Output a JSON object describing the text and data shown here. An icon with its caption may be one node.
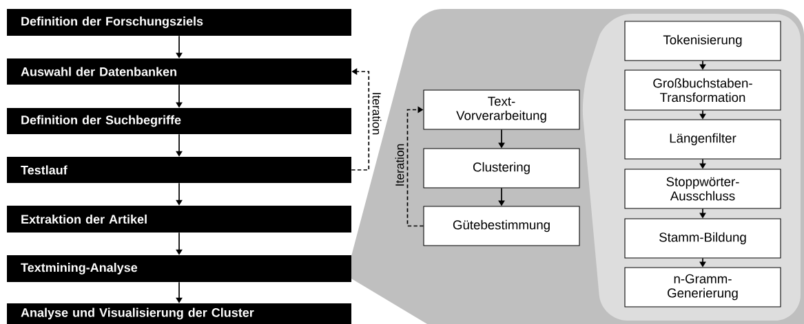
{
  "diagram": {
    "nodes": [
      {
        "text": [
          "Definition der Forschungsziels"
        ]
      },
      {
        "text": [
          "Auswahl der Datenbanken"
        ]
      },
      {
        "text": [
          "Definition der Suchbegriffe"
        ]
      },
      {
        "text": [
          "Testlauf"
        ]
      },
      {
        "text": [
          "Extraktion der Artikel"
        ]
      },
      {
        "text": [
          "Textmining-Analyse"
        ]
      },
      {
        "text": [
          "Analyse und Visualisierung der Cluster"
        ]
      },
      {
        "text": [],
        "shape": "box"
      },
      {
        "text": [
          "Text- Vorverarbeitung"
        ],
        "in": 7
      },
      {
        "text": [
          "Clustering"
        ],
        "in": 7
      },
      {
        "text": [
          "Gütebestimmung"
        ],
        "in": 7
      },
      {
        "text": [],
        "shape": "box",
        "in": 7
      },
      {
        "text": [
          "Tokenisierung"
        ],
        "in": 11
      },
      {
        "text": [
          "Großbuchstaben- Transformation"
        ],
        "in": 11
      },
      {
        "text": [
          "Längenfilter"
        ],
        "in": 11
      },
      {
        "text": [
          "Stoppwörter- Ausschluss"
        ],
        "in": 11
      },
      {
        "text": [
          "Stamm-Bildung"
        ],
        "in": 11
      },
      {
        "text": [
          "n-Gramm- Generierung"
        ],
        "in": 11
      }
    ],
    "edges": [
      {
        "from": 0,
        "to": 1,
        "arrow": "to"
      },
      {
        "from": 1,
        "to": 2,
        "arrow": "to"
      },
      {
        "from": 2,
        "to": 3,
        "arrow": "to"
      },
      {
        "from": 3,
        "to": 4,
        "arrow": "to"
      },
      {
        "from": 4,
        "to": 5,
        "arrow": "to"
      },
      {
        "from": 5,
        "to": 6,
        "arrow": "to"
      },
      {
        "from": 3,
        "to": 1,
        "arrow": "to",
        "label": "Iteration",
        "style": "dashed"
      },
      {
        "from": 10,
        "to": 8,
        "arrow": "to",
        "label": "Iteration",
        "style": "dashed"
      },
      {
        "from": 8,
        "to": 9,
        "arrow": "to"
      },
      {
        "from": 9,
        "to": 10,
        "arrow": "to"
      },
      {
        "from": 12,
        "to": 13,
        "arrow": "to"
      },
      {
        "from": 13,
        "to": 14,
        "arrow": "to"
      },
      {
        "from": 14,
        "to": 15,
        "arrow": "to"
      },
      {
        "from": 15,
        "to": 16,
        "arrow": "to"
      },
      {
        "from": 16,
        "to": 17,
        "arrow": "to"
      }
    ]
  }
}
